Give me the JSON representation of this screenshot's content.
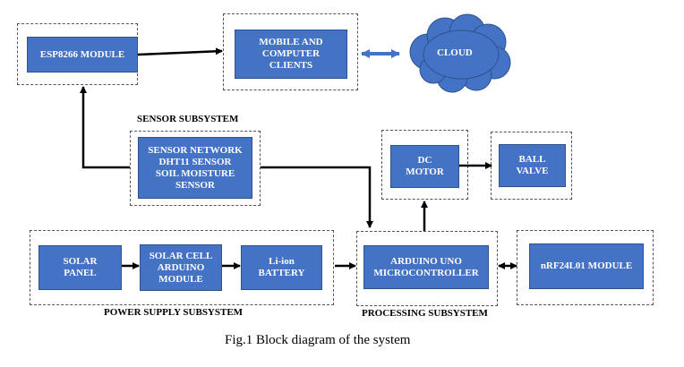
{
  "blocks": {
    "esp8266": "ESP8266 MODULE",
    "mobile_lines": [
      "MOBILE AND",
      "COMPUTER",
      "CLIENTS"
    ],
    "cloud": "CLOUD",
    "sensor_lines": [
      "SENSOR NETWORK",
      "DHT11 SENSOR",
      "SOIL MOISTURE",
      "SENSOR"
    ],
    "dc_motor_lines": [
      "DC",
      "MOTOR"
    ],
    "ball_valve_lines": [
      "BALL",
      "VALVE"
    ],
    "solar_panel_lines": [
      "SOLAR",
      "PANEL"
    ],
    "solar_cell_lines": [
      "SOLAR CELL",
      "ARDUINO",
      "MODULE"
    ],
    "battery_lines": [
      "Li-ion",
      "BATTERY"
    ],
    "arduino_lines": [
      "ARDUINO UNO",
      "MICROCONTROLLER"
    ],
    "nrf": "nRF24L01 MODULE"
  },
  "labels": {
    "sensor_subsystem": "SENSOR SUBSYSTEM",
    "power_subsystem": "POWER SUPPLY SUBSYSTEM",
    "processing_subsystem": "PROCESSING SUBSYSTEM"
  },
  "caption": "Fig.1 Block diagram of the system",
  "colors": {
    "block_fill": "#4472c4",
    "cloud_fill": "#4472c4"
  }
}
